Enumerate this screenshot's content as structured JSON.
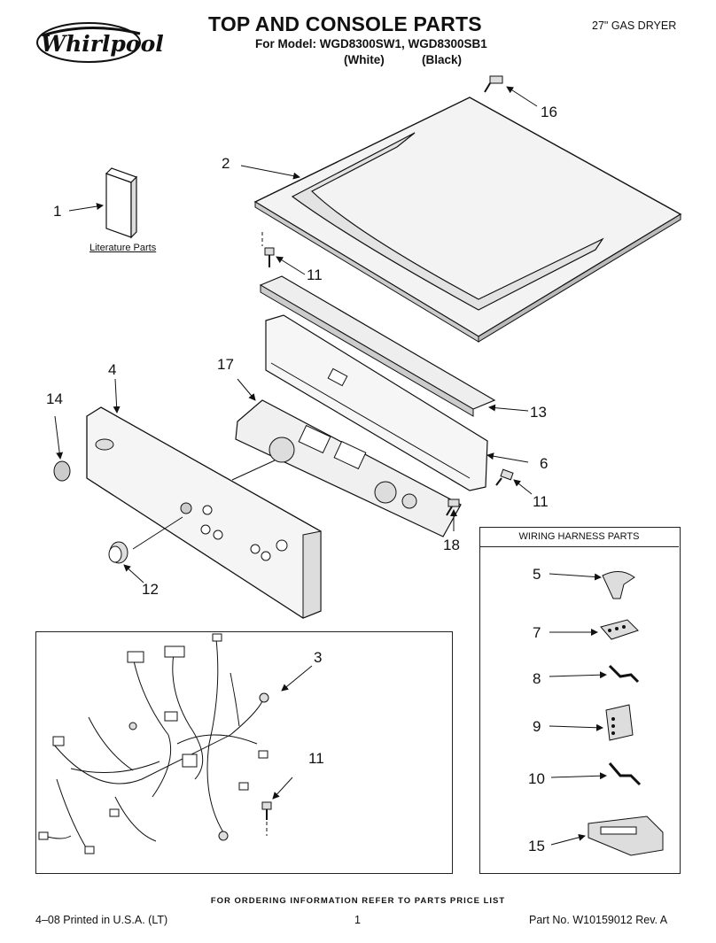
{
  "header": {
    "brand": "Whirlpool",
    "title": "TOP AND CONSOLE PARTS",
    "subtitle": "For Model: WGD8300SW1, WGD8300SB1",
    "color_white": "(White)",
    "color_black": "(Black)",
    "model_type": "27\" GAS DRYER"
  },
  "callouts": {
    "c1": "1",
    "c2": "2",
    "c3": "3",
    "c4": "4",
    "c5": "5",
    "c6": "6",
    "c7": "7",
    "c8": "8",
    "c9": "9",
    "c10": "10",
    "c11a": "11",
    "c11b": "11",
    "c11c": "11",
    "c12": "12",
    "c13": "13",
    "c14": "14",
    "c15": "15",
    "c16": "16",
    "c17": "17",
    "c18": "18"
  },
  "literature_label": "Literature Parts",
  "harness_title": "WIRING HARNESS PARTS",
  "footer": {
    "order_info": "FOR ORDERING INFORMATION REFER TO PARTS PRICE LIST",
    "printed": "4–08 Printed in U.S.A. (LT)",
    "page": "1",
    "part_no": "Part No. W10159012 Rev. A"
  }
}
